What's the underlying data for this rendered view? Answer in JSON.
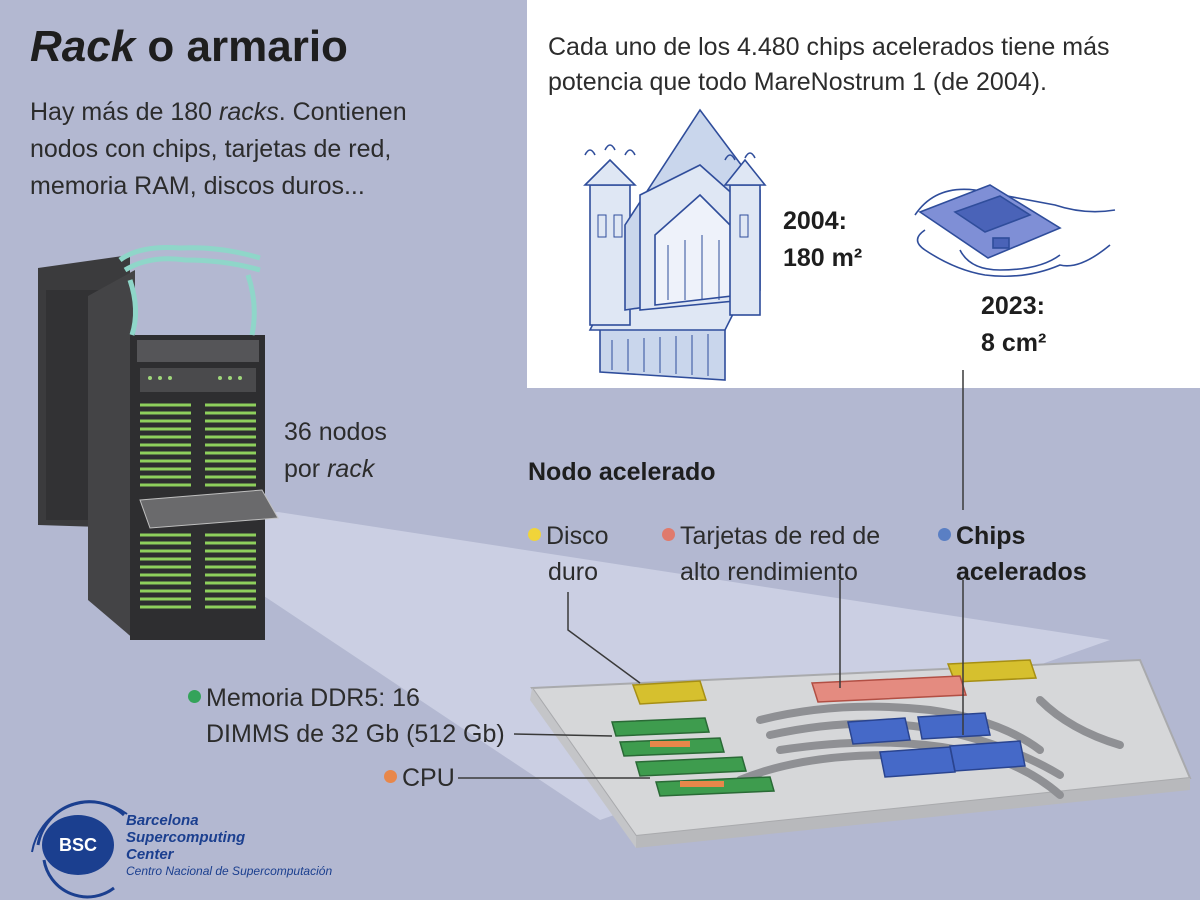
{
  "header": {
    "title_italic": "Rack",
    "title_rest": " o armario",
    "intro_1": "Hay más de 180 ",
    "intro_italic": "racks",
    "intro_2": ". Contienen nodos con chips, tarjetas de red, memoria RAM, discos duros..."
  },
  "rack": {
    "nodes_line1": "36 nodos",
    "nodes_prefix": "por ",
    "nodes_italic": "rack"
  },
  "comparison": {
    "text": "Cada uno de los 4.480 chips acelerados tiene más potencia que todo MareNostrum 1 (de 2004).",
    "year_2004": "2004:",
    "area_2004": "180 m²",
    "year_2023": "2023:",
    "area_2023": "8 cm²"
  },
  "node": {
    "title": "Nodo acelerado",
    "legend": {
      "disk_1": "Disco",
      "disk_2": "duro",
      "network_1": "Tarjetas de red de",
      "network_2": "alto rendimiento",
      "chips_1": "Chips",
      "chips_2": "acelerados",
      "memory_1": "Memoria DDR5: 16",
      "memory_2": "DIMMS de 32 Gb (512 Gb)",
      "cpu": "CPU"
    }
  },
  "colors": {
    "background": "#b3b8d1",
    "disk": "#d6c02e",
    "network": "#e07a6c",
    "chips": "#5a7fc4",
    "memory": "#34a35a",
    "cpu": "#e8874a",
    "brand": "#1b3f8f"
  },
  "logo": {
    "mark": "BSC",
    "name_1": "Barcelona",
    "name_2": "Supercomputing",
    "name_3": "Center",
    "subtitle": "Centro Nacional de Supercomputación"
  }
}
